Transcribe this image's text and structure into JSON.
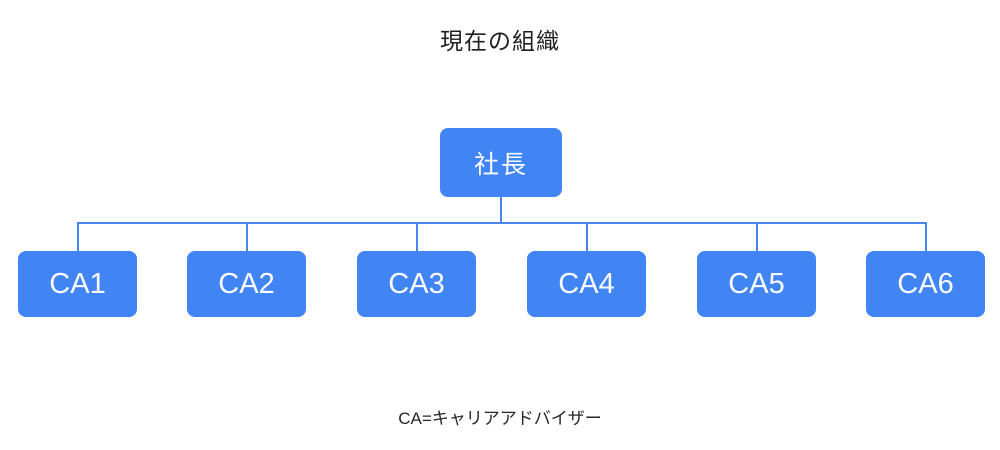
{
  "title": "現在の組織",
  "org_chart": {
    "root": {
      "label": "社長"
    },
    "children": [
      {
        "label": "CA1"
      },
      {
        "label": "CA2"
      },
      {
        "label": "CA3"
      },
      {
        "label": "CA4"
      },
      {
        "label": "CA5"
      },
      {
        "label": "CA6"
      }
    ]
  },
  "note": "CA=キャリアアドバイザー",
  "colors": {
    "box_fill": "#4185F4",
    "box_text": "#FCFDFE",
    "connector_line": "#4A86F0",
    "title_text": "#1F1F1F",
    "note_text": "#262626",
    "background": "#FFFFFF"
  }
}
